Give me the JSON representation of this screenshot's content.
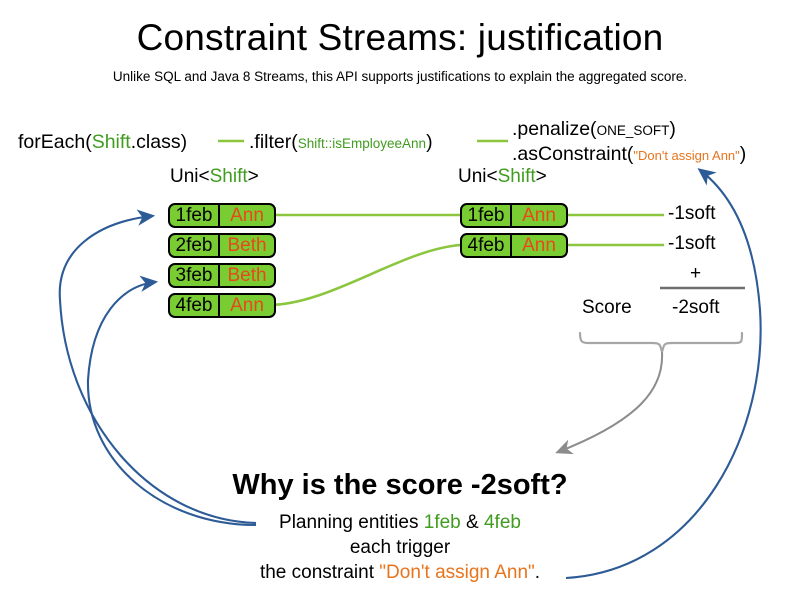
{
  "header": {
    "title": "Constraint Streams: justification",
    "subtitle": "Unlike SQL and Java 8 Streams, this API supports justifications to explain the aggregated score."
  },
  "code_line": {
    "foreach": {
      "method": "forEach(",
      "type": "Shift",
      "tail": ".class)"
    },
    "filter": {
      "method": ".filter(",
      "arg": "Shift::isEmployeeAnn",
      "tail": ")"
    },
    "penalize": {
      "method": ".penalize(",
      "arg": "ONE_SOFT",
      "tail": ")"
    },
    "as_constraint": {
      "method": ".asConstraint(",
      "arg": "\"Don't assign Ann\"",
      "tail": ")"
    }
  },
  "streams": {
    "left": {
      "label_prefix": "Uni<",
      "label_type": "Shift",
      "label_suffix": ">",
      "rows": [
        {
          "date": "1feb",
          "name": "Ann"
        },
        {
          "date": "2feb",
          "name": "Beth"
        },
        {
          "date": "3feb",
          "name": "Beth"
        },
        {
          "date": "4feb",
          "name": "Ann"
        }
      ]
    },
    "right": {
      "label_prefix": "Uni<",
      "label_type": "Shift",
      "label_suffix": ">",
      "rows": [
        {
          "date": "1feb",
          "name": "Ann"
        },
        {
          "date": "4feb",
          "name": "Ann"
        }
      ]
    }
  },
  "score": {
    "impacts": [
      "-1soft",
      "-1soft"
    ],
    "operator": "+",
    "label": "Score",
    "total": "-2soft"
  },
  "explanation": {
    "question": "Why is the score -2soft?",
    "line1_pre": "Planning entities ",
    "line1_entity_a": "1feb",
    "line1_amp": " & ",
    "line1_entity_b": "4feb",
    "line2": "each trigger",
    "line3_pre": "the constraint ",
    "line3_constraint": "\"Don't assign Ann\"",
    "line3_post": "."
  },
  "colors": {
    "green_fill": "#79cc32",
    "green_text": "#3f9c1f",
    "green_line": "#8cc63f",
    "orange_text": "#e8481c",
    "orange_string": "#e8741c",
    "blue_arrow": "#2d5b96",
    "gray_arrow": "#8c8c8c"
  }
}
